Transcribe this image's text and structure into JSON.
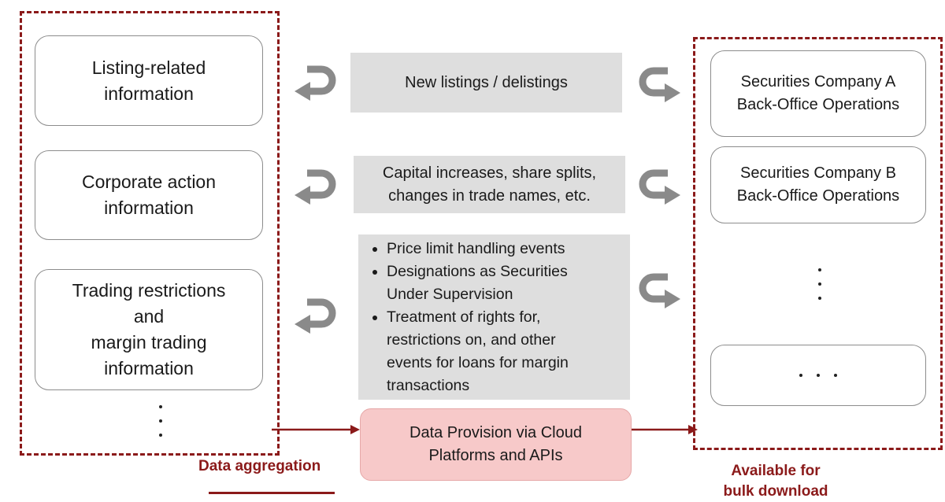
{
  "left_boxes": [
    {
      "lines": [
        "Listing-related",
        "information"
      ]
    },
    {
      "lines": [
        "Corporate action",
        "information"
      ]
    },
    {
      "lines": [
        "Trading restrictions",
        "and",
        "margin trading",
        "information"
      ]
    }
  ],
  "middle": {
    "listings": "New listings / delistings",
    "corporate_actions": [
      "Capital increases, share splits,",
      "changes in trade names, etc."
    ],
    "restrictions_bullets": [
      {
        "lines": [
          "Price limit handling events"
        ]
      },
      {
        "lines": [
          "Designations as Securities",
          "Under Supervision"
        ]
      },
      {
        "lines": [
          "Treatment of rights for,",
          "restrictions on, and other",
          "events for loans for margin",
          "transactions"
        ]
      }
    ],
    "provision": [
      "Data Provision via Cloud",
      "Platforms and APIs"
    ]
  },
  "right_boxes": [
    {
      "lines": [
        "Securities Company A",
        "Back-Office Operations"
      ]
    },
    {
      "lines": [
        "Securities Company B",
        "Back-Office Operations"
      ]
    }
  ],
  "captions": {
    "left": "Data aggregation",
    "right": [
      "Available for",
      "bulk download"
    ]
  },
  "colors": {
    "dashed_border": "#8b1a1a",
    "arrow_grey": "#8a8a8a",
    "grey_fill": "#dedede",
    "pink_fill": "#f7c9c9",
    "connector": "#8b1a1a"
  },
  "icons": [
    "u-turn-left-arrow-icon",
    "u-turn-right-arrow-icon"
  ]
}
